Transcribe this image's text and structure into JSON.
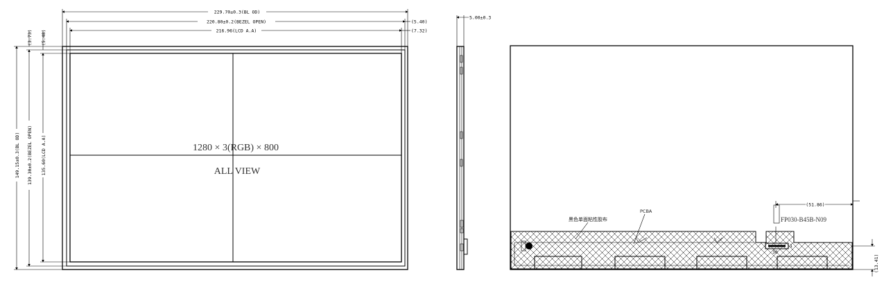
{
  "front_view": {
    "dim_width_bl_od": "229.70±0.3(BL OD)",
    "dim_width_bezel_open": "220.80±0.2(BEZEL OPEN)",
    "dim_width_lcd_aa": "216.96(LCD A.A)",
    "dim_offset_1": "(5.40)",
    "dim_offset_2": "(7.32)",
    "dim_offset_top_1": "(3.73)",
    "dim_offset_top_2": "(5.48)",
    "dim_height_bl_od": "149.15±0.3(BL OD)",
    "dim_height_bezel_open": "139.30±0.2(BEZEL OPEN)",
    "dim_height_lcd_aa": "135.60(LCD A.A)",
    "resolution": "1280 × 3(RGB) × 800",
    "view_angle": "ALL VIEW"
  },
  "side_view": {
    "dim_thickness": "5.00±0.3"
  },
  "back_view": {
    "tape_label": "黑色单面粘性胶布",
    "pcba_label": "PCBA",
    "connector_part": "FP030-B45B-N09",
    "connector_pin_1": "1",
    "connector_pin_30": "30",
    "dim_connector_offset": "(51.86)",
    "dim_connector_height": "(13.41)"
  }
}
